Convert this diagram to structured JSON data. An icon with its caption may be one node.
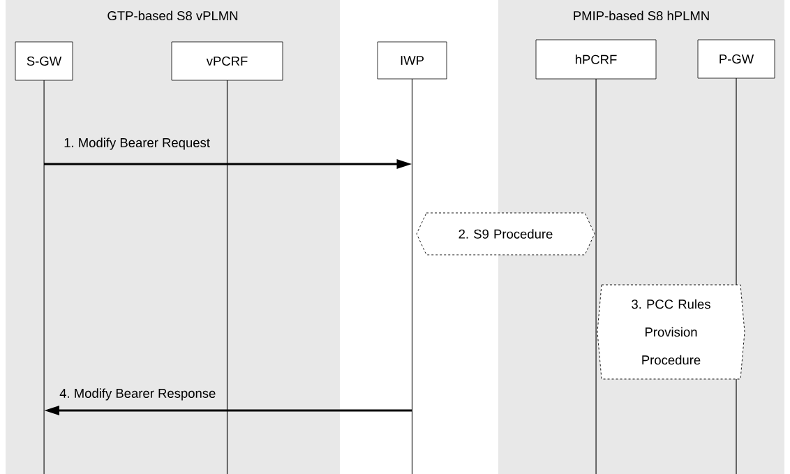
{
  "diagram": {
    "nodes": [
      {
        "text": [
          "GTP-based S8 vPLMN"
        ]
      },
      {
        "text": [
          "PMIP-based S8 hPLMN"
        ]
      },
      {
        "text": [
          "S-GW"
        ],
        "in": 0
      },
      {
        "text": [
          "vPCRF"
        ],
        "in": 0
      },
      {
        "text": [
          "IWP"
        ]
      },
      {
        "text": [
          "hPCRF"
        ],
        "in": 1
      },
      {
        "text": [
          "P-GW"
        ],
        "in": 1
      },
      {
        "text": [
          "2. S9 Procedure"
        ]
      },
      {
        "text": [
          "3. PCC Rules Provision Procedure"
        ],
        "in": 1
      }
    ],
    "edges": [
      {
        "from": 2,
        "to": 4,
        "arrow": "to",
        "label": "1. Modify Bearer Request"
      },
      {
        "from": 4,
        "to": 2,
        "arrow": "to",
        "label": "4. Modify Bearer Response"
      }
    ]
  }
}
